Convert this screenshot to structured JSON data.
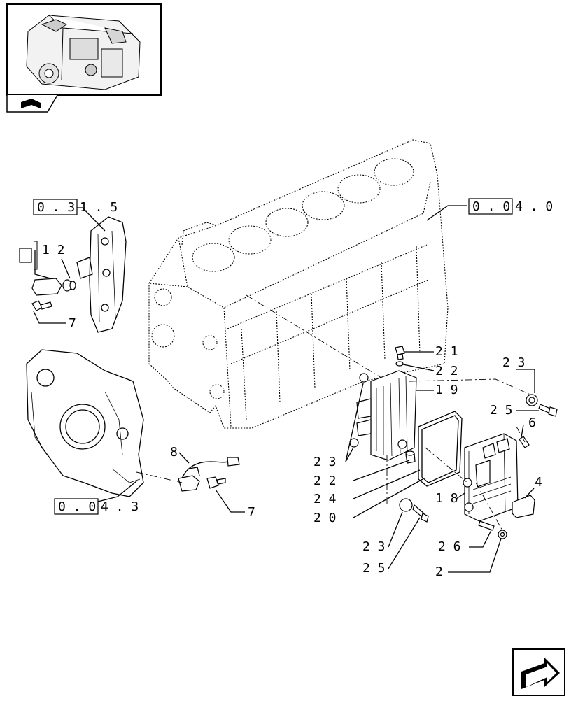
{
  "refs": {
    "r1": {
      "box": "0 . 3",
      "rest": "1 . 5"
    },
    "r2": {
      "box": "0 . 0",
      "rest": "4 . 0"
    },
    "r3": {
      "box": "0 . 0",
      "rest": "4 . 3"
    }
  },
  "labels": {
    "l12": "1 2",
    "l7a": "7",
    "l8": "8",
    "l7b": "7",
    "l21": "2 1",
    "l22a": "2 2",
    "l19": "1 9",
    "l23a": "2 3",
    "l25a": "2 5",
    "l6": "6",
    "l23b": "2 3",
    "l22b": "2 2",
    "l24": "2 4",
    "l18": "1 8",
    "l4": "4",
    "l20": "2 0",
    "l23c": "2 3",
    "l26": "2 6",
    "l25b": "2 5",
    "l2": "2"
  },
  "icons": {
    "thumbnail": "engine-thumbnail-icon",
    "book": "catalog-book-icon",
    "next": "next-page-arrow-icon"
  }
}
